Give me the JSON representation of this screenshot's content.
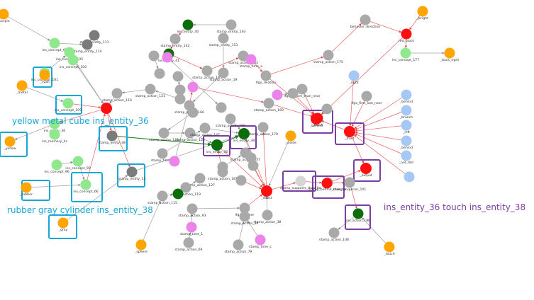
{
  "colors": {
    "red": "#ff1010",
    "green": "#0b6e0b",
    "light_green": "#90e88e",
    "gray": "#a9a9a9",
    "dark_gray": "#7b7b7b",
    "pink": "#ea84ea",
    "light_blue": "#a6c8f6",
    "orange": "#ffa500",
    "light_gray": "#d6d6d6",
    "blue_box": "#19a7d6",
    "purple_box": "#7a3fa0",
    "edge_red": "#e86060",
    "edge_gray": "#9a9a9a",
    "edge_green": "#1e7e1e"
  },
  "annotations": {
    "yellow_cube": "yellow metal cube ins_entity_36",
    "rubber_cylinder": "rubber gray cylinder ins_entity_38",
    "touch_relation": "ins_entity_36 touch ins_entity_38"
  },
  "nodes": [
    {
      "id": "n_purple",
      "label": "_purple",
      "color": "orange"
    },
    {
      "id": "n_se111",
      "label": "stamp_entity_111",
      "color": "dark_gray"
    },
    {
      "id": "n_se114",
      "label": "stamp_entity_114",
      "color": "dark_gray"
    },
    {
      "id": "n_ic69",
      "label": "ins_concept_69",
      "color": "light_green"
    },
    {
      "id": "n_ic105",
      "label": "ins_concept_105",
      "color": "light_green"
    },
    {
      "id": "n_ic100",
      "label": "ins_concept_100",
      "color": "light_green"
    },
    {
      "id": "n_ic101",
      "label": "ins_concept_101",
      "color": "light_green"
    },
    {
      "id": "n_cyan",
      "label": "_cyan",
      "color": "orange"
    },
    {
      "id": "n_metal",
      "label": "_metal",
      "color": "orange"
    },
    {
      "id": "n_ic109",
      "label": "ins_concept_109",
      "color": "light_green"
    },
    {
      "id": "n_red1",
      "label": "",
      "color": "red"
    },
    {
      "id": "n_ie36",
      "label": "ins_entity_36",
      "color": "light_green"
    },
    {
      "id": "n_yellow",
      "label": "_yellow",
      "color": "orange"
    },
    {
      "id": "n_ir4",
      "label": "ins_memory_4s",
      "color": "light_green"
    },
    {
      "id": "n_se38",
      "label": "stamp_entity_38",
      "color": "dark_gray"
    },
    {
      "id": "n_ic96",
      "label": "ins_concept_96",
      "color": "light_green"
    },
    {
      "id": "n_ic90",
      "label": "ins_concept_90",
      "color": "light_green"
    },
    {
      "id": "n_ic66",
      "label": "ins_concept_66",
      "color": "light_green"
    },
    {
      "id": "n_se13",
      "label": "stamp_entity_13",
      "color": "dark_gray"
    },
    {
      "id": "n_rubber",
      "label": "_rubber",
      "color": "orange"
    },
    {
      "id": "n_gray",
      "label": "_gray",
      "color": "orange"
    },
    {
      "id": "n_sphere",
      "label": "_sphere",
      "color": "orange"
    },
    {
      "id": "n_g1",
      "label": "ins_entity_40",
      "color": "green"
    },
    {
      "id": "n_se142",
      "label": "stamp_entity_142",
      "color": "gray"
    },
    {
      "id": "n_se163",
      "label": "stamp_entity_163",
      "color": "gray"
    },
    {
      "id": "n_se151",
      "label": "stamp_entity_151",
      "color": "gray"
    },
    {
      "id": "n_g2",
      "label": "ins_entity_41",
      "color": "green"
    },
    {
      "id": "n_sa183",
      "label": "stamp_action_183",
      "color": "gray"
    },
    {
      "id": "n_stb",
      "label": "stamp_time_a",
      "color": "pink"
    },
    {
      "id": "n_sa163",
      "label": "stamp_action_163",
      "color": "gray"
    },
    {
      "id": "n_sa19",
      "label": "stamp_action_19",
      "color": "gray"
    },
    {
      "id": "n_lf",
      "label": "lfgo_relation",
      "color": "gray"
    },
    {
      "id": "n_sa175",
      "label": "stamp_action_175",
      "color": "gray"
    },
    {
      "id": "n_bdir",
      "label": "behavior_direction",
      "color": "gray"
    },
    {
      "id": "n_bright",
      "label": "_bright",
      "color": "orange"
    },
    {
      "id": "n_red_tr",
      "label": "red_black",
      "color": "red"
    },
    {
      "id": "n_ic177",
      "label": "ins_concept_177",
      "color": "light_green"
    },
    {
      "id": "n_bright2",
      "label": "_back_right",
      "color": "orange"
    },
    {
      "id": "n_sa121",
      "label": "stamp_action_121",
      "color": "gray"
    },
    {
      "id": "n_sa116",
      "label": "stamp_action_116",
      "color": "gray"
    },
    {
      "id": "n_pink_c",
      "label": "",
      "color": "pink"
    },
    {
      "id": "n_sa166",
      "label": "stamp_action_166",
      "color": "gray"
    },
    {
      "id": "n_sa169",
      "label": "stamp_action_169",
      "color": "gray"
    },
    {
      "id": "n_sa123",
      "label": "stamp_action_123",
      "color": "gray"
    },
    {
      "id": "n_sa124",
      "label": "stamp_action_124",
      "color": "gray"
    },
    {
      "id": "n_sa147",
      "label": "stamp_action_147",
      "color": "gray"
    },
    {
      "id": "n_st2",
      "label": "stamp_time_2",
      "color": "gray"
    },
    {
      "id": "n_ie38",
      "label": "ins_entity_38",
      "color": "green"
    },
    {
      "id": "n_ie36b",
      "label": "ins_entity_36",
      "color": "green"
    },
    {
      "id": "n_sa137",
      "label": "stamp_action_137",
      "color": "gray"
    },
    {
      "id": "n_sa150",
      "label": "stamp_action_150",
      "color": "gray"
    },
    {
      "id": "n_sa170",
      "label": "stamp_action_170",
      "color": "gray"
    },
    {
      "id": "n_inside",
      "label": "_inside",
      "color": "orange"
    },
    {
      "id": "n_touch1",
      "label": "_touch",
      "color": "red"
    },
    {
      "id": "n_lfbr",
      "label": "lfgo_before_than_near",
      "color": "gray"
    },
    {
      "id": "n_rs",
      "label": "_right",
      "color": "light_blue"
    },
    {
      "id": "n_behind",
      "label": "_behind",
      "color": "red"
    },
    {
      "id": "n_front",
      "label": "_front",
      "color": "red"
    },
    {
      "id": "n_ff",
      "label": "lfgo_first_last_near",
      "color": "gray"
    },
    {
      "id": "n_lb1",
      "label": "_behind",
      "color": "light_blue"
    },
    {
      "id": "n_lb2",
      "label": "_branch",
      "color": "light_blue"
    },
    {
      "id": "n_lb3",
      "label": "_left",
      "color": "light_blue"
    },
    {
      "id": "n_lb4",
      "label": "_behind",
      "color": "light_blue"
    },
    {
      "id": "n_lb5",
      "label": "_not_dist",
      "color": "light_blue"
    },
    {
      "id": "n_lb6",
      "label": "",
      "color": "light_blue"
    },
    {
      "id": "n_output",
      "label": "_output",
      "color": "red"
    },
    {
      "id": "n_sa181",
      "label": "stamp_action_181",
      "color": "gray"
    },
    {
      "id": "n_sa127",
      "label": "stamp_action_127",
      "color": "gray"
    },
    {
      "id": "n_sa119",
      "label": "stamp_action_119",
      "color": "gray"
    },
    {
      "id": "n_g3",
      "label": "",
      "color": "green"
    },
    {
      "id": "n_red_mid",
      "label": "_direct",
      "color": "red"
    },
    {
      "id": "n_sa_sup",
      "label": "stamp_supports_than_far",
      "color": "light_gray"
    },
    {
      "id": "n_sa_sup2",
      "label": "stamp_behind_than_far",
      "color": "gray"
    },
    {
      "id": "n_red_s",
      "label": "",
      "color": "red"
    },
    {
      "id": "n_lfsa",
      "label": "stamp_superior_101",
      "color": "gray"
    },
    {
      "id": "n_ia186",
      "label": "ins_action_186",
      "color": "green"
    },
    {
      "id": "n_sa108",
      "label": "stamp_action_108",
      "color": "gray"
    },
    {
      "id": "n_touch2",
      "label": "_touch",
      "color": "orange"
    },
    {
      "id": "n_lfgf",
      "label": "lfgo_farther",
      "color": "gray"
    },
    {
      "id": "n_sa115",
      "label": "stamp_action_115",
      "color": "gray"
    },
    {
      "id": "n_sa93",
      "label": "stamp_action_93",
      "color": "gray"
    },
    {
      "id": "n_sa94",
      "label": "stamp_action_94",
      "color": "gray"
    },
    {
      "id": "n_sa38",
      "label": "stamp_action_38",
      "color": "gray"
    },
    {
      "id": "n_st1",
      "label": "stamp_time_1",
      "color": "pink"
    },
    {
      "id": "n_stc",
      "label": "stamp_time_c",
      "color": "pink"
    },
    {
      "id": "n_sa69",
      "label": "stamp_action_69",
      "color": "gray"
    },
    {
      "id": "n_sa79",
      "label": "stamp_action_79",
      "color": "gray"
    },
    {
      "id": "n_x1",
      "label": "",
      "color": "gray"
    },
    {
      "id": "n_x2",
      "label": "",
      "color": "gray"
    },
    {
      "id": "n_x3",
      "label": "",
      "color": "gray"
    },
    {
      "id": "n_x4",
      "label": "",
      "color": "pink"
    },
    {
      "id": "n_x5",
      "label": "",
      "color": "gray"
    },
    {
      "id": "n_x6",
      "label": "",
      "color": "gray"
    },
    {
      "id": "n_x7",
      "label": "",
      "color": "gray"
    },
    {
      "id": "n_x8",
      "label": "",
      "color": "pink"
    },
    {
      "id": "n_x9",
      "label": "",
      "color": "gray"
    },
    {
      "id": "n_x10",
      "label": "",
      "color": "gray"
    },
    {
      "id": "n_x11",
      "label": "",
      "color": "gray"
    },
    {
      "id": "n_x12",
      "label": "",
      "color": "gray"
    },
    {
      "id": "n_x13",
      "label": "",
      "color": "gray"
    },
    {
      "id": "n_x14",
      "label": "",
      "color": "pink"
    },
    {
      "id": "n_x15",
      "label": "",
      "color": "gray"
    },
    {
      "id": "n_x16",
      "label": "",
      "color": "gray"
    }
  ],
  "edges": [
    [
      "n_ic69",
      "n_se114",
      "edge_gray"
    ],
    [
      "n_se111",
      "n_se114",
      "edge_green"
    ],
    [
      "n_ic105",
      "n_red1",
      "edge_gray"
    ],
    [
      "n_ic100",
      "n_red1",
      "edge_gray"
    ],
    [
      "n_ic101",
      "n_ic105",
      "edge_gray"
    ],
    [
      "n_metal",
      "n_ic109",
      "edge_gray"
    ],
    [
      "n_ic109",
      "n_red1",
      "edge_red"
    ],
    [
      "n_red1",
      "n_ie36",
      "edge_red"
    ],
    [
      "n_ie36",
      "n_yellow",
      "edge_gray"
    ],
    [
      "n_ir4",
      "n_ie36",
      "edge_gray"
    ],
    [
      "n_red1",
      "n_se38",
      "edge_red"
    ],
    [
      "n_ic96",
      "n_ic90",
      "edge_gray"
    ],
    [
      "n_ic90",
      "n_ic66",
      "edge_gray"
    ],
    [
      "n_ic66",
      "n_red1",
      "edge_red"
    ],
    [
      "n_rubber",
      "n_ic66",
      "edge_gray"
    ],
    [
      "n_se13",
      "n_ie38",
      "edge_gray"
    ],
    [
      "n_se38",
      "n_ie36b",
      "edge_green"
    ],
    [
      "n_ie36b",
      "n_ie38",
      "edge_green"
    ],
    [
      "n_g1",
      "n_se142",
      "edge_red"
    ],
    [
      "n_se142",
      "n_g2",
      "edge_red"
    ],
    [
      "n_se163",
      "n_g1",
      "edge_gray"
    ],
    [
      "n_sa183",
      "n_stb",
      "edge_red"
    ],
    [
      "n_sa163",
      "n_sa183",
      "edge_red"
    ],
    [
      "n_lf",
      "n_sa175",
      "edge_red"
    ],
    [
      "n_sa175",
      "n_bdir",
      "edge_red"
    ],
    [
      "n_bdir",
      "n_red_tr",
      "edge_red"
    ],
    [
      "n_red_tr",
      "n_ic177",
      "edge_red"
    ],
    [
      "n_ic177",
      "n_bright2",
      "edge_gray"
    ],
    [
      "n_touch1",
      "n_behind",
      "edge_red"
    ],
    [
      "n_front",
      "n_behind",
      "edge_red"
    ],
    [
      "n_front",
      "n_output",
      "edge_red"
    ],
    [
      "n_lb1",
      "n_front",
      "edge_red"
    ],
    [
      "n_lb2",
      "n_front",
      "edge_red"
    ],
    [
      "n_lb3",
      "n_front",
      "edge_red"
    ],
    [
      "n_lb4",
      "n_front",
      "edge_red"
    ],
    [
      "n_lb5",
      "n_front",
      "edge_red"
    ],
    [
      "n_rs",
      "n_front",
      "edge_red"
    ],
    [
      "n_ff",
      "n_front",
      "edge_red"
    ],
    [
      "n_lfbr",
      "n_behind",
      "edge_red"
    ],
    [
      "n_sa_sup",
      "n_red_s",
      "edge_red"
    ],
    [
      "n_sa_sup2",
      "n_red_s",
      "edge_red"
    ],
    [
      "n_red_s",
      "n_output",
      "edge_red"
    ],
    [
      "n_lfsa",
      "n_ia186",
      "edge_red"
    ],
    [
      "n_ia186",
      "n_sa108",
      "edge_gray"
    ],
    [
      "n_red_mid",
      "n_sa170",
      "edge_red"
    ],
    [
      "n_red_mid",
      "n_sa_sup",
      "edge_red"
    ],
    [
      "n_ie36b",
      "n_red_mid",
      "edge_red"
    ],
    [
      "n_ie38",
      "n_red_mid",
      "edge_red"
    ],
    [
      "n_sa137",
      "n_red_mid",
      "edge_red"
    ],
    [
      "n_inside",
      "n_red_mid",
      "edge_gray"
    ],
    [
      "n_g3",
      "n_sa127",
      "edge_gray"
    ],
    [
      "n_sa119",
      "n_g3",
      "edge_gray"
    ],
    [
      "n_sa115",
      "n_g3",
      "edge_gray"
    ],
    [
      "n_lfgf",
      "n_red_mid",
      "edge_red"
    ],
    [
      "n_sa93",
      "n_lfgf",
      "edge_gray"
    ],
    [
      "n_sa94",
      "n_lfgf",
      "edge_gray"
    ],
    [
      "n_sa38",
      "n_red_mid",
      "edge_gray"
    ],
    [
      "n_st1",
      "n_sa93",
      "edge_gray"
    ],
    [
      "n_stc",
      "n_sa94",
      "edge_gray"
    ],
    [
      "n_sa79",
      "n_sa94",
      "edge_gray"
    ],
    [
      "n_sa69",
      "n_st1",
      "edge_gray"
    ],
    [
      "n_red_tr",
      "n_touch1",
      "edge_red"
    ],
    [
      "n_lf",
      "n_touch1",
      "edge_red"
    ],
    [
      "n_sa169",
      "n_touch1",
      "edge_red"
    ],
    [
      "n_pink_c",
      "n_sa169",
      "edge_red"
    ],
    [
      "n_sa121",
      "n_sa116",
      "edge_gray"
    ],
    [
      "n_sa166",
      "n_pink_c",
      "edge_red"
    ],
    [
      "n_sa123",
      "n_sa124",
      "edge_gray"
    ],
    [
      "n_sa124",
      "n_ie36b",
      "edge_gray"
    ],
    [
      "n_sa147",
      "n_ie38",
      "edge_gray"
    ],
    [
      "n_st2",
      "n_sa147",
      "edge_gray"
    ],
    [
      "n_sa150",
      "n_ie38",
      "edge_gray"
    ],
    [
      "n_sa181",
      "n_ie36b",
      "edge_red"
    ],
    [
      "n_x1",
      "n_red_mid",
      "edge_red"
    ],
    [
      "n_x2",
      "n_red_mid",
      "edge_red"
    ],
    [
      "n_x3",
      "n_touch1",
      "edge_red"
    ],
    [
      "n_x4",
      "n_x3",
      "edge_gray"
    ],
    [
      "n_x5",
      "n_x6",
      "edge_gray"
    ],
    [
      "n_x7",
      "n_ie38",
      "edge_gray"
    ],
    [
      "n_x8",
      "n_x9",
      "edge_gray"
    ],
    [
      "n_x10",
      "n_x11",
      "edge_gray"
    ],
    [
      "n_x12",
      "n_touch1",
      "edge_red"
    ],
    [
      "n_x13",
      "n_sa137",
      "edge_gray"
    ],
    [
      "n_x14",
      "n_sa166",
      "edge_gray"
    ],
    [
      "n_x15",
      "n_sa121",
      "edge_gray"
    ],
    [
      "n_x16",
      "n_sa123",
      "edge_gray"
    ],
    [
      "n_g2",
      "n_sa163",
      "edge_red"
    ],
    [
      "n_stb",
      "n_lf",
      "edge_red"
    ],
    [
      "n_sa19",
      "n_sa166",
      "edge_gray"
    ],
    [
      "n_se151",
      "n_sa19",
      "edge_gray"
    ],
    [
      "n_lb6",
      "n_front",
      "edge_red"
    ],
    [
      "n_red_s",
      "n_lfsa",
      "edge_red"
    ],
    [
      "n_touch2",
      "n_ia186",
      "edge_gray"
    ],
    [
      "n_sphere",
      "n_sa115",
      "edge_gray"
    ],
    [
      "n_gray",
      "n_se13",
      "edge_gray"
    ],
    [
      "n_cyan",
      "n_ic101",
      "edge_gray"
    ],
    [
      "n_purple",
      "n_ic69",
      "edge_gray"
    ],
    [
      "n_bright",
      "n_red_tr",
      "edge_red"
    ],
    [
      "n_red1",
      "n_se13",
      "edge_red"
    ],
    [
      "n_sa116",
      "n_red1",
      "edge_gray"
    ]
  ],
  "highlight_boxes": [
    {
      "id": "b_cyan",
      "color": "blue_box",
      "node": "n_cyan"
    },
    {
      "id": "b_ic109",
      "color": "blue_box",
      "node": "n_ic109"
    },
    {
      "id": "b_yellow",
      "color": "blue_box",
      "node": "n_yellow"
    },
    {
      "id": "b_se38",
      "color": "blue_box",
      "node": "n_se38"
    },
    {
      "id": "b_ic66",
      "color": "blue_box",
      "node": "n_ic66"
    },
    {
      "id": "b_se13",
      "color": "blue_box",
      "node": "n_se13"
    },
    {
      "id": "b_rubber",
      "color": "blue_box",
      "node": "n_rubber"
    },
    {
      "id": "b_gray",
      "color": "blue_box",
      "node": "n_gray"
    },
    {
      "id": "b_ie36",
      "color": "purple_box",
      "node": "n_ie36b"
    },
    {
      "id": "b_ie38",
      "color": "purple_box",
      "node": "n_ie38"
    },
    {
      "id": "b_behind",
      "color": "purple_box",
      "node": "n_behind"
    },
    {
      "id": "b_front",
      "color": "purple_box",
      "node": "n_front"
    },
    {
      "id": "b_output",
      "color": "purple_box",
      "node": "n_output"
    },
    {
      "id": "b_sup",
      "color": "purple_box",
      "node": "n_sa_sup"
    },
    {
      "id": "b_sup2",
      "color": "purple_box",
      "node": "n_sa_sup2"
    },
    {
      "id": "b_ia186",
      "color": "purple_box",
      "node": "n_ia186"
    }
  ]
}
